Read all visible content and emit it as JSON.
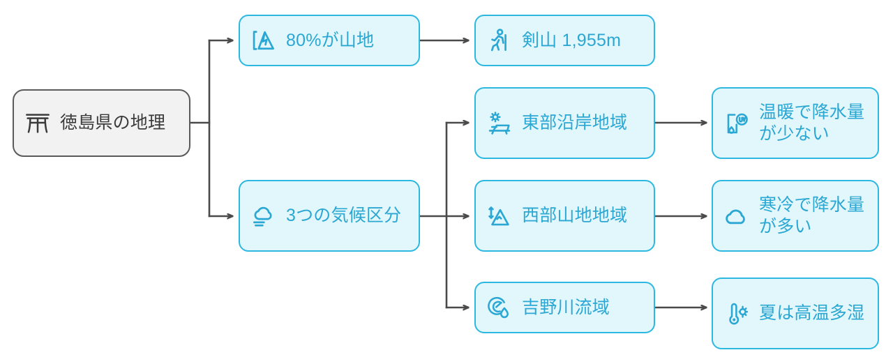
{
  "diagram": {
    "type": "mind-map-flowchart",
    "orientation": "left-to-right",
    "colors": {
      "root_fill": "#f2f2f2",
      "root_border": "#5a5a5a",
      "root_text": "#3b3b3b",
      "node_fill": "#e2f7fc",
      "node_border": "#2cb8e0",
      "node_text": "#2ba7d4",
      "connector": "#4a4a4a",
      "background": "#ffffff"
    },
    "root": {
      "label": "徳島県の地理",
      "icon": "torii-gate-icon"
    },
    "branches": [
      {
        "label": "80%が山地",
        "icon": "mountain-bracket-icon",
        "children": [
          {
            "label": "剣山 1,955m",
            "icon": "hiker-icon",
            "children": []
          }
        ]
      },
      {
        "label": "3つの気候区分",
        "icon": "cloud-fog-icon",
        "children": [
          {
            "label": "東部沿岸地域",
            "icon": "sun-beach-lounger-icon",
            "children": [
              {
                "label": "温暖で降水量が少ない",
                "icon": "uv-index-icon"
              }
            ]
          },
          {
            "label": "西部山地地域",
            "icon": "mountain-elevation-icon",
            "children": [
              {
                "label": "寒冷で降水量が多い",
                "icon": "cloud-icon"
              }
            ]
          },
          {
            "label": "吉野川流域",
            "icon": "humidity-gauge-droplet-icon",
            "children": [
              {
                "label": "夏は高温多湿",
                "icon": "thermometer-sun-icon"
              }
            ]
          }
        ]
      }
    ]
  }
}
